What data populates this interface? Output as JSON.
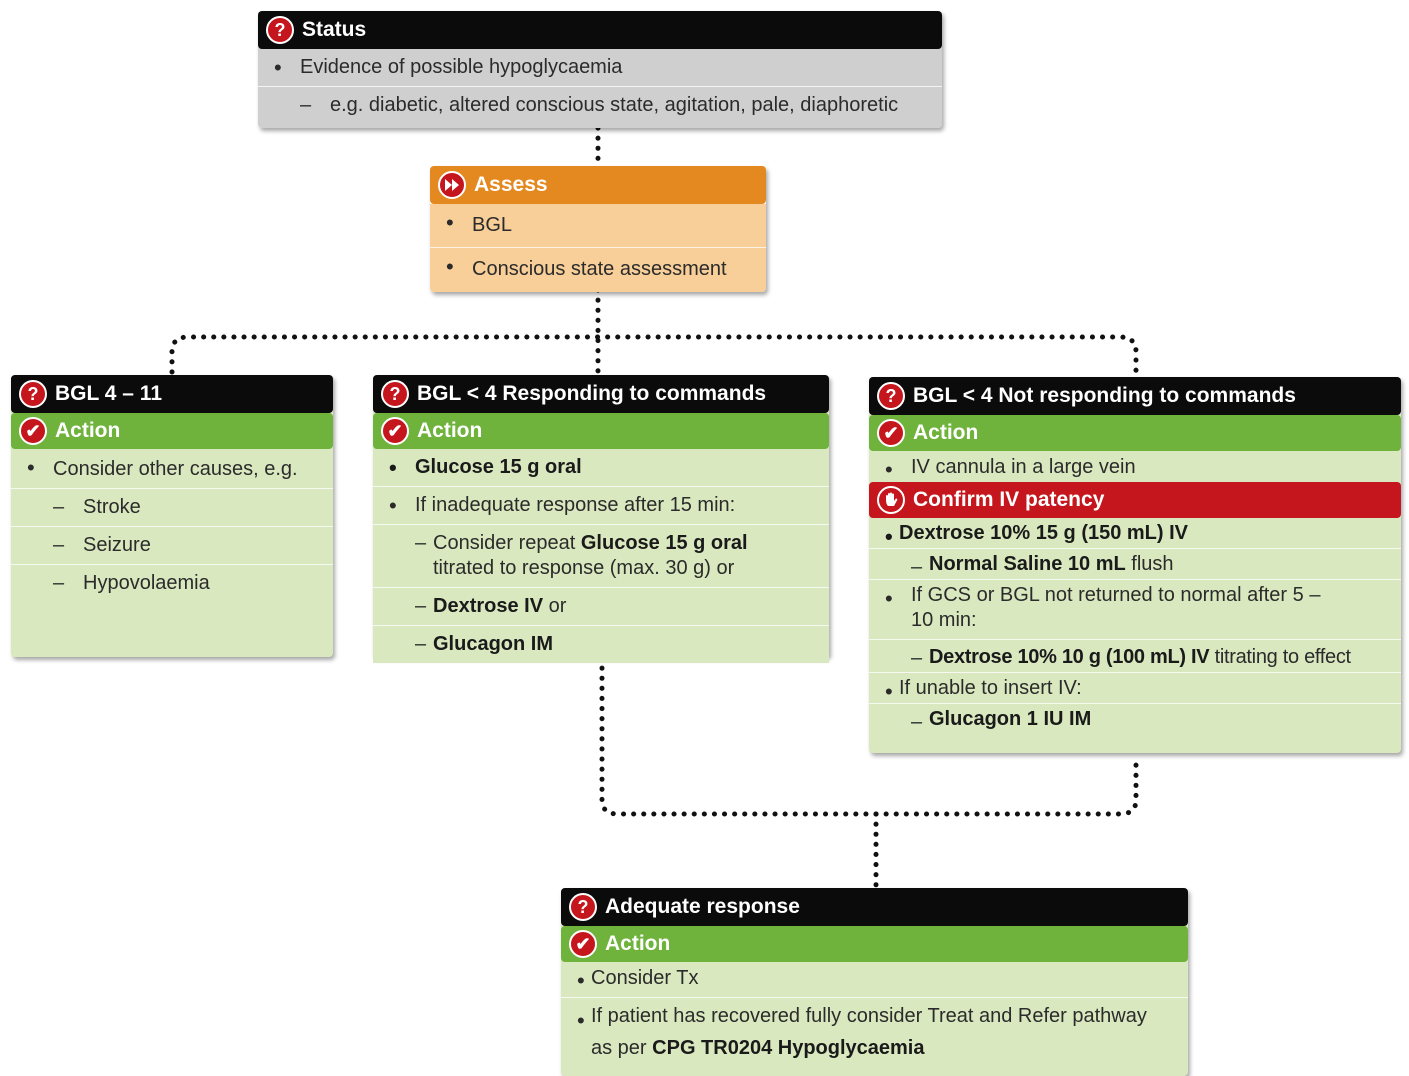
{
  "status": {
    "title": "Status",
    "items": [
      "Evidence of possible hypoglycaemia"
    ],
    "sub_items": [
      "e.g. diabetic, altered conscious state, agitation, pale, diaphoretic"
    ]
  },
  "assess": {
    "title": "Assess",
    "items": [
      "BGL",
      "Conscious state assessment"
    ]
  },
  "bgl_normal": {
    "title": "BGL 4 – 11",
    "action_label": "Action",
    "items": [
      "Consider other causes, e.g."
    ],
    "sub_items": [
      "Stroke",
      "Seizure",
      "Hypovolaemia"
    ]
  },
  "bgl_responding": {
    "title": "BGL < 4 Responding to commands",
    "action_label": "Action",
    "item_1": "Glucose 15 g oral",
    "item_2": "If inadequate response after 15 min:",
    "sub_1_pre": "Consider repeat ",
    "sub_1_bold": "Glucose 15 g oral",
    "sub_1_post": "titrated to response (max. 30 g) or",
    "sub_2_bold": "Dextrose IV",
    "sub_2_post": " or",
    "sub_3_bold": "Glucagon IM"
  },
  "bgl_not_responding": {
    "title": "BGL < 4 Not responding to commands",
    "action_label": "Action",
    "item_1": "IV cannula in a large vein",
    "confirm_label": "Confirm IV patency",
    "item_2": "Dextrose 10% 15 g (150 mL) IV",
    "sub_1_bold": "Normal Saline 10 mL",
    "sub_1_post": " flush",
    "item_3": "If GCS or BGL not returned to normal after 5 – 10 min:",
    "sub_2_bold": "Dextrose 10% 10 g (100 mL) IV",
    "sub_2_post": " titrating to effect",
    "item_4": "If unable to insert IV:",
    "sub_3_bold": "Glucagon 1 IU IM"
  },
  "adequate": {
    "title": "Adequate response",
    "action_label": "Action",
    "item_1": "Consider Tx",
    "item_2_pre": "If patient has recovered fully consider Treat and Refer pathway as per ",
    "item_2_bold": "CPG TR0204 Hypoglycaemia"
  },
  "colors": {
    "header_black": "#0b0b0b",
    "assess_orange": "#e4891f",
    "action_green": "#6fb23c",
    "alert_red": "#c4161c",
    "status_grey": "#cfcfd0",
    "assess_peach": "#f8cf98",
    "action_body_green": "#d9e8bf"
  },
  "icons": {
    "question": "question-icon",
    "fast_forward": "fast-forward-icon",
    "check": "check-icon",
    "stop_hand": "stop-hand-icon"
  }
}
